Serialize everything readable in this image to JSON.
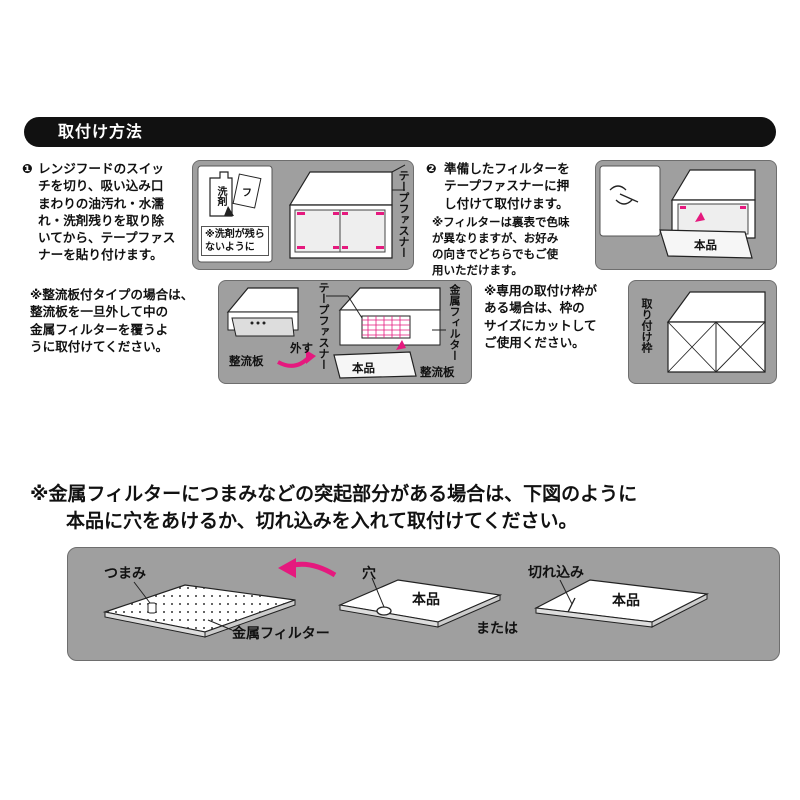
{
  "header": {
    "title": "取付け方法"
  },
  "step1": {
    "num": "❶",
    "text": "レンジフードのスイッ\nチを切り、吸い込み口\nまわりの油汚れ・水濡\nれ・洗剤残りを取り除\nいてから、テープファス\nナーを貼り付けます。",
    "bottle_label": "洗剤",
    "sheet_label": "フ",
    "note": "※洗剤が残ら\nないように",
    "fastener_label": "テープファスナー"
  },
  "step2": {
    "num": "❷",
    "text": "準備したフィルターを\nテープファスナーに押\nし付けて取付けます。",
    "note": "※フィルターは裏表で色味\nが異なりますが、お好み\nの向きでどちらでもご使\n用いただけます。",
    "product_label": "本品"
  },
  "baffle": {
    "text": "※整流板付タイプの場合は、\n整流板を一旦外して中の\n金属フィルターを覆うよ\nうに取付けてください。",
    "baffle_label": "整流板",
    "remove_label": "外す",
    "fastener_label": "テープファスナー",
    "metal_filter_label": "金属フィルター",
    "product_label": "本品",
    "baffle_label2": "整流板"
  },
  "frame": {
    "text": "※専用の取付け枠が\nある場合は、枠の\nサイズにカットして\nご使用ください。",
    "frame_label": "取り付け枠"
  },
  "notice": {
    "line1": "※金属フィルターにつまみなどの突起部分がある場合は、下図のように",
    "line2": "本品に穴をあけるか、切れ込みを入れて取付けてください。"
  },
  "bottom": {
    "knob_label": "つまみ",
    "metal_filter_label": "金属フィルター",
    "hole_label": "穴",
    "product_label": "本品",
    "or_label": "または",
    "cut_label": "切れ込み",
    "product_label2": "本品"
  },
  "colors": {
    "accent": "#e5197e",
    "panel": "#9f9f9f",
    "header": "#111111"
  }
}
